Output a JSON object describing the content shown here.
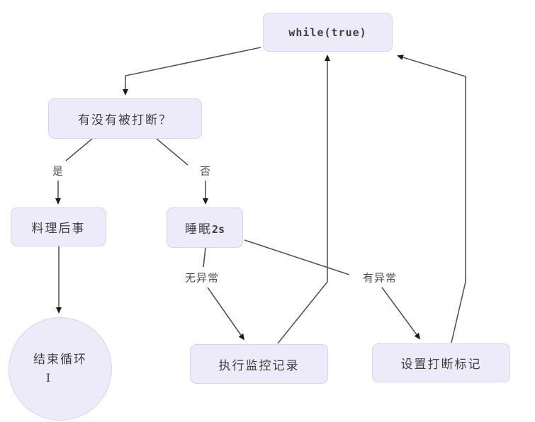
{
  "diagram": {
    "type": "flowchart",
    "nodes": {
      "while_loop": {
        "label": "while(true)"
      },
      "interrupt_check": {
        "label": "有没有被打断？"
      },
      "handle_aftermath": {
        "label": "料理后事"
      },
      "sleep": {
        "label_prefix": "睡眠",
        "label_code": "2s"
      },
      "monitor_log": {
        "label": "执行监控记录"
      },
      "set_interrupt_flag": {
        "label": "设置打断标记"
      },
      "end_loop": {
        "label": "结束循环",
        "cursor": "I"
      }
    },
    "edge_labels": {
      "yes": "是",
      "no": "否",
      "no_exception": "无异常",
      "has_exception": "有异常"
    },
    "colors": {
      "background": "#ffffff",
      "node_fill": "#edebf9",
      "node_border": "#d8d3f0",
      "node_text": "#3f3f3f",
      "edge_label_text": "#4d4d4d",
      "line": "#545454",
      "arrowhead": "#1c1c1c"
    }
  }
}
